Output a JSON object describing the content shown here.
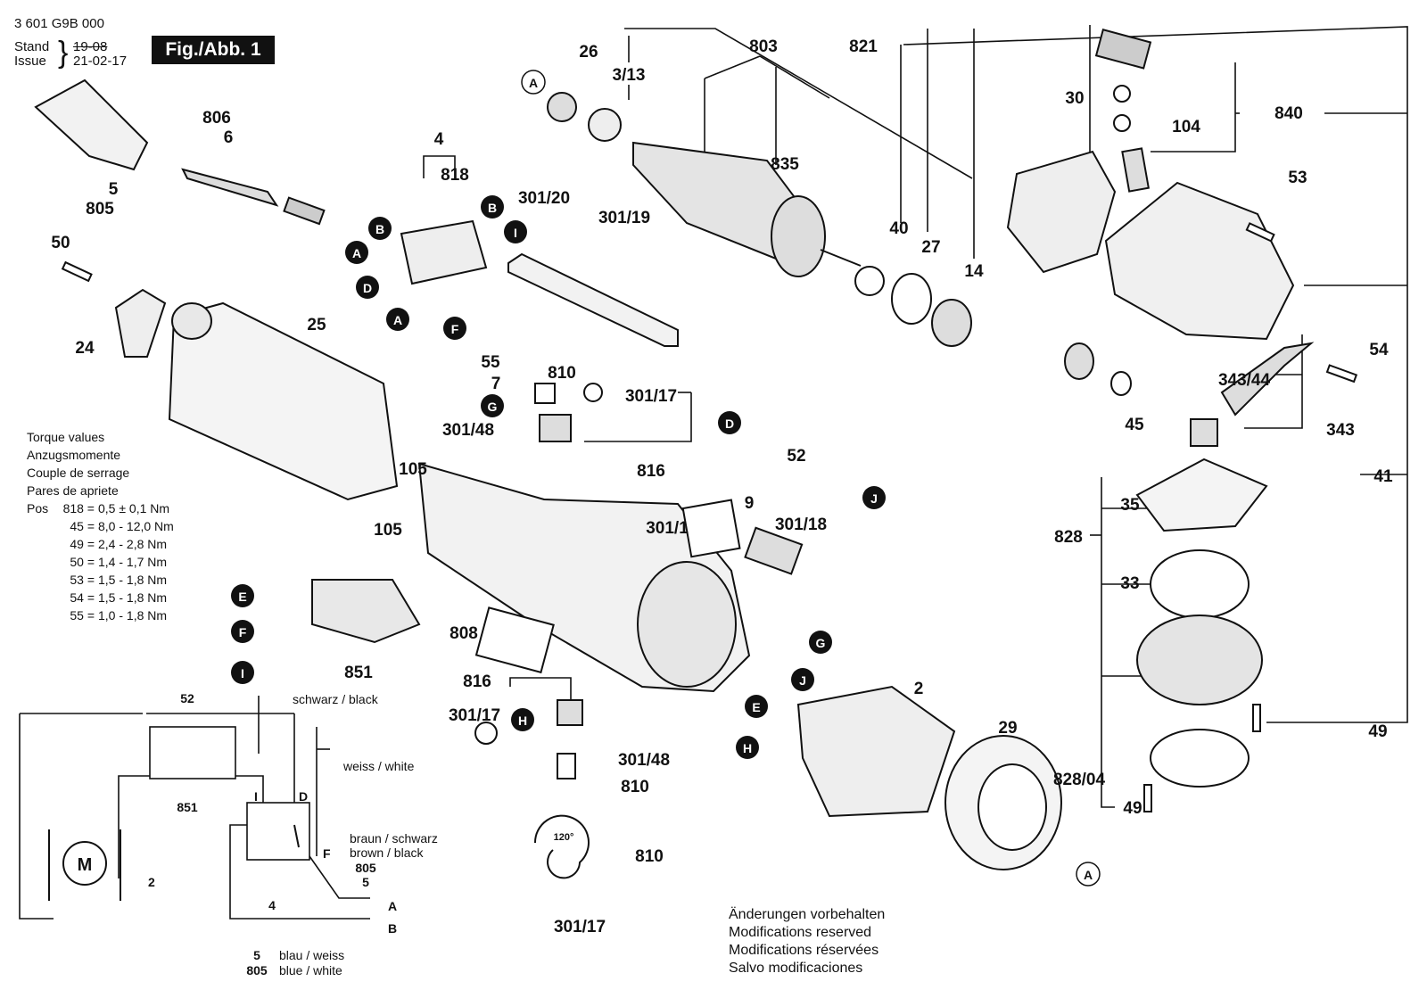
{
  "header": {
    "doc_number": "3 601 G9B 000",
    "stand_label": "Stand",
    "issue_label": "Issue",
    "old_date": "19-08",
    "new_date": "21-02-17",
    "figure_label": "Fig./Abb. 1"
  },
  "torque": {
    "titles": [
      "Torque values",
      "Anzugsmomente",
      "Couple de serrage",
      "Pares de apriete"
    ],
    "pos_label": "Pos",
    "rows": [
      {
        "pos": "818 =",
        "value": "0,5 ± 0,1 Nm"
      },
      {
        "pos": "45 =",
        "value": "8,0 - 12,0 Nm"
      },
      {
        "pos": "49 =",
        "value": "2,4 - 2,8 Nm"
      },
      {
        "pos": "50 =",
        "value": "1,4 - 1,7 Nm"
      },
      {
        "pos": "53 =",
        "value": "1,5 - 1,8 Nm"
      },
      {
        "pos": "54 =",
        "value": "1,5 - 1,8 Nm"
      },
      {
        "pos": "55 =",
        "value": "1,0 - 1,8 Nm"
      }
    ]
  },
  "notes": [
    "Änderungen vorbehalten",
    "Modifications reserved",
    "Modifications réservées",
    "Salvo modificaciones"
  ],
  "part_labels": {
    "p26": "26",
    "p3_13": "3/13",
    "p803": "803",
    "p821": "821",
    "p840": "840",
    "p104": "104",
    "p30": "30",
    "p835": "835",
    "p40": "40",
    "p27": "27",
    "p14": "14",
    "p53": "53",
    "p806": "806",
    "p6": "6",
    "p5": "5",
    "p805": "805",
    "p4": "4",
    "p818": "818",
    "p301_20": "301/20",
    "p301_19": "301/19",
    "p50": "50",
    "p24": "24",
    "p25": "25",
    "p55": "55",
    "p7": "7",
    "p810": "810",
    "p301_17": "301/17",
    "p301_48": "301/48",
    "p816": "816",
    "p105": "105",
    "p52": "52",
    "p9": "9",
    "p301_18": "301/18",
    "p301_1": "301/1",
    "p851": "851",
    "p808": "808",
    "p2": "2",
    "p29": "29",
    "p54": "54",
    "p343_44": "343/44",
    "p343": "343",
    "p45": "45",
    "p41": "41",
    "p35": "35",
    "p828": "828",
    "p33": "33",
    "p49": "49",
    "p828_04": "828/04",
    "angle": "120°"
  },
  "callouts": [
    "A",
    "B",
    "D",
    "F",
    "I",
    "G",
    "E",
    "J",
    "H"
  ],
  "wiring": {
    "schwarz_black": "schwarz / black",
    "weiss_white": "weiss / white",
    "braun_schwarz": "braun / schwarz",
    "brown_black": "brown / black",
    "blau_weiss": "blau / weiss",
    "blue_white": "blue / white",
    "label_52": "52",
    "label_851": "851",
    "label_2": "2",
    "label_4": "4",
    "label_5a": "5",
    "label_805a": "805",
    "label_5b": "5",
    "label_805b": "805",
    "label_A": "A",
    "label_B": "B",
    "label_I": "I",
    "label_D": "D",
    "label_F": "F",
    "motor": "M"
  }
}
